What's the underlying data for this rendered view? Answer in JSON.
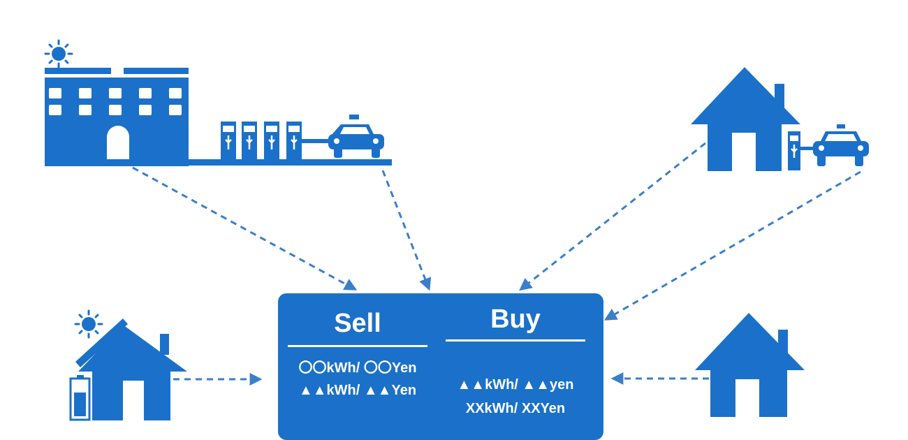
{
  "colors": {
    "primary": "#1b71c9",
    "arrow": "#3a7fc8",
    "background": "#ffffff"
  },
  "icons": [
    "office-building-with-solar-icon",
    "ev-charging-stations-icon",
    "car-icon",
    "house-with-ev-charger-icon",
    "solar-house-with-battery-icon",
    "house-icon",
    "sun-icon"
  ],
  "market": {
    "sell": {
      "title": "Sell",
      "lines": [
        "〇〇kWh/ 〇〇Yen",
        "▲▲kWh/ ▲▲Yen"
      ]
    },
    "buy": {
      "title": "Buy",
      "lines": [
        "▲▲kWh/ ▲▲yen",
        "XXkWh/ XXYen"
      ]
    }
  }
}
